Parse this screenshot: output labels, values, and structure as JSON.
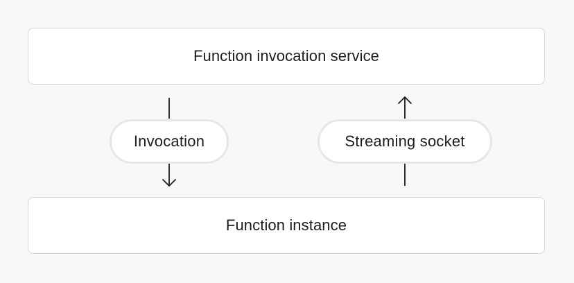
{
  "diagram": {
    "top_node": {
      "label": "Function invocation service"
    },
    "bottom_node": {
      "label": "Function instance"
    },
    "edges": [
      {
        "label": "Invocation",
        "direction": "down",
        "from": "Function invocation service",
        "to": "Function instance"
      },
      {
        "label": "Streaming socket",
        "direction": "up",
        "from": "Function instance",
        "to": "Function invocation service"
      }
    ]
  }
}
